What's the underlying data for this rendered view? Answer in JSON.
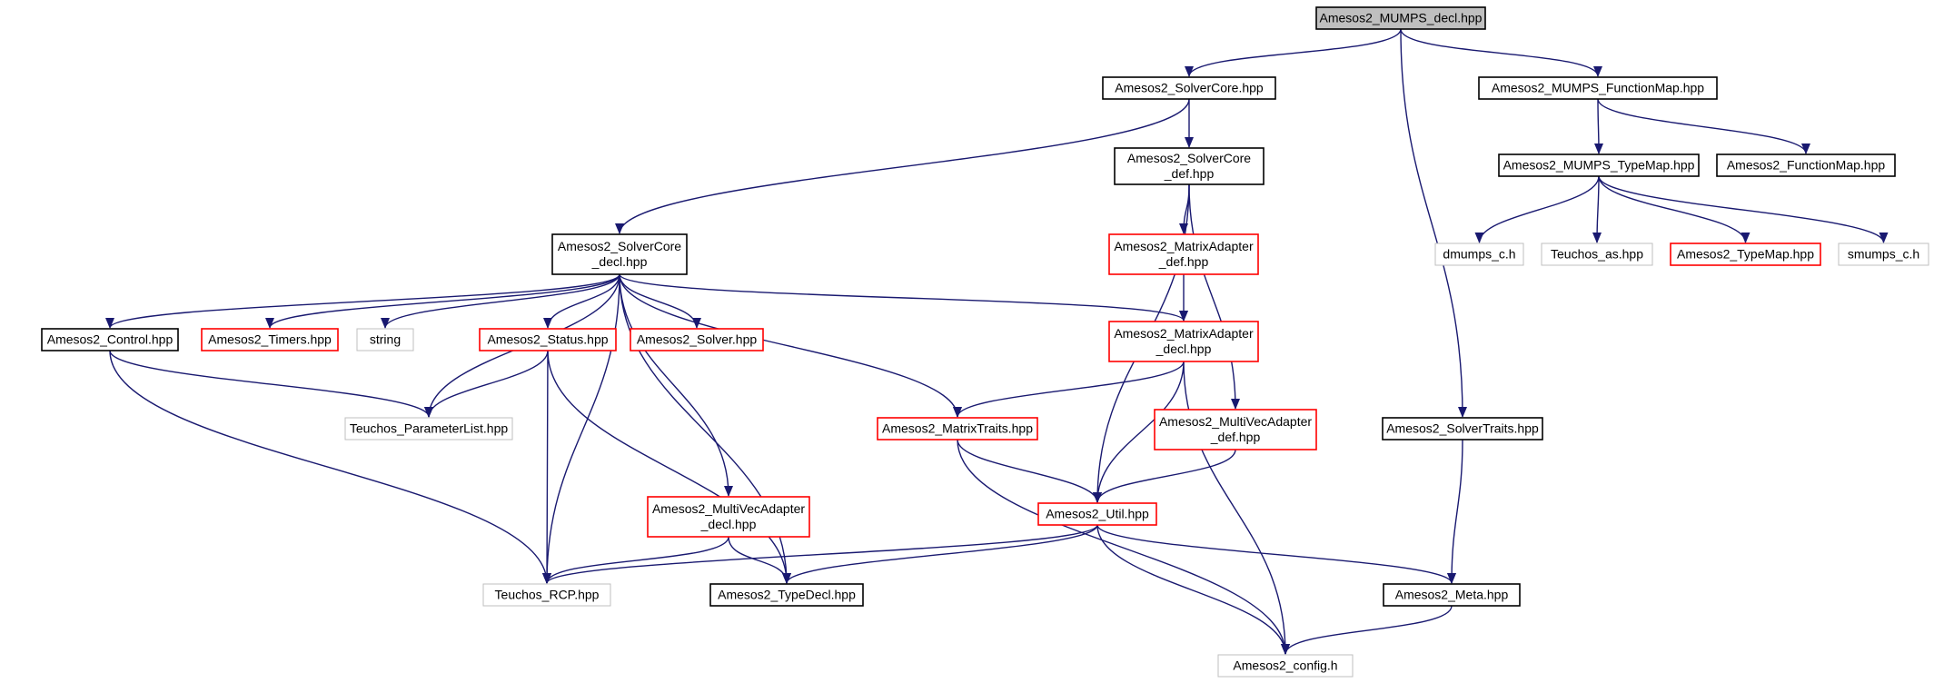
{
  "colors": {
    "edge": "#191970",
    "border_black": "#000000",
    "border_red": "#ff0000",
    "border_gray": "#bfbfbf",
    "fill_root": "#bfbfbf",
    "fill_default": "#ffffff"
  },
  "nodes": [
    {
      "id": "mumps_decl",
      "lines": [
        "Amesos2_MUMPS_decl.hpp"
      ],
      "style": "root"
    },
    {
      "id": "solvercore",
      "lines": [
        "Amesos2_SolverCore.hpp"
      ],
      "style": "black"
    },
    {
      "id": "mumps_funcmap",
      "lines": [
        "Amesos2_MUMPS_FunctionMap.hpp"
      ],
      "style": "black"
    },
    {
      "id": "solvercore_def",
      "lines": [
        "Amesos2_SolverCore",
        "_def.hpp"
      ],
      "style": "black"
    },
    {
      "id": "mumps_typemap",
      "lines": [
        "Amesos2_MUMPS_TypeMap.hpp"
      ],
      "style": "black"
    },
    {
      "id": "funcmap",
      "lines": [
        "Amesos2_FunctionMap.hpp"
      ],
      "style": "black"
    },
    {
      "id": "solvercore_decl",
      "lines": [
        "Amesos2_SolverCore",
        "_decl.hpp"
      ],
      "style": "black"
    },
    {
      "id": "matrixadapter_def",
      "lines": [
        "Amesos2_MatrixAdapter",
        "_def.hpp"
      ],
      "style": "red"
    },
    {
      "id": "dmumps",
      "lines": [
        "dmumps_c.h"
      ],
      "style": "gray"
    },
    {
      "id": "teuchos_as",
      "lines": [
        "Teuchos_as.hpp"
      ],
      "style": "gray"
    },
    {
      "id": "typemap",
      "lines": [
        "Amesos2_TypeMap.hpp"
      ],
      "style": "red"
    },
    {
      "id": "smumps",
      "lines": [
        "smumps_c.h"
      ],
      "style": "gray"
    },
    {
      "id": "control",
      "lines": [
        "Amesos2_Control.hpp"
      ],
      "style": "black"
    },
    {
      "id": "timers",
      "lines": [
        "Amesos2_Timers.hpp"
      ],
      "style": "red"
    },
    {
      "id": "string",
      "lines": [
        "string"
      ],
      "style": "gray"
    },
    {
      "id": "status",
      "lines": [
        "Amesos2_Status.hpp"
      ],
      "style": "red"
    },
    {
      "id": "solver",
      "lines": [
        "Amesos2_Solver.hpp"
      ],
      "style": "red"
    },
    {
      "id": "matrixadapter_decl",
      "lines": [
        "Amesos2_MatrixAdapter",
        "_decl.hpp"
      ],
      "style": "red"
    },
    {
      "id": "paramlist",
      "lines": [
        "Teuchos_ParameterList.hpp"
      ],
      "style": "gray"
    },
    {
      "id": "matrixtraits",
      "lines": [
        "Amesos2_MatrixTraits.hpp"
      ],
      "style": "red"
    },
    {
      "id": "multivec_def",
      "lines": [
        "Amesos2_MultiVecAdapter",
        "_def.hpp"
      ],
      "style": "red"
    },
    {
      "id": "solvertraits",
      "lines": [
        "Amesos2_SolverTraits.hpp"
      ],
      "style": "black"
    },
    {
      "id": "multivec_decl",
      "lines": [
        "Amesos2_MultiVecAdapter",
        "_decl.hpp"
      ],
      "style": "red"
    },
    {
      "id": "util",
      "lines": [
        "Amesos2_Util.hpp"
      ],
      "style": "red"
    },
    {
      "id": "teuchos_rcp",
      "lines": [
        "Teuchos_RCP.hpp"
      ],
      "style": "gray"
    },
    {
      "id": "typedecl",
      "lines": [
        "Amesos2_TypeDecl.hpp"
      ],
      "style": "black"
    },
    {
      "id": "meta",
      "lines": [
        "Amesos2_Meta.hpp"
      ],
      "style": "black"
    },
    {
      "id": "config",
      "lines": [
        "Amesos2_config.h"
      ],
      "style": "gray"
    }
  ],
  "edges": [
    [
      "mumps_decl",
      "solvercore"
    ],
    [
      "mumps_decl",
      "mumps_funcmap"
    ],
    [
      "mumps_decl",
      "solvertraits"
    ],
    [
      "solvercore",
      "solvercore_def"
    ],
    [
      "solvercore",
      "solvercore_decl"
    ],
    [
      "mumps_funcmap",
      "mumps_typemap"
    ],
    [
      "mumps_funcmap",
      "funcmap"
    ],
    [
      "mumps_typemap",
      "dmumps"
    ],
    [
      "mumps_typemap",
      "teuchos_as"
    ],
    [
      "mumps_typemap",
      "typemap"
    ],
    [
      "mumps_typemap",
      "smumps"
    ],
    [
      "solvercore_def",
      "matrixadapter_def"
    ],
    [
      "solvercore_def",
      "util"
    ],
    [
      "solvercore_def",
      "multivec_def"
    ],
    [
      "matrixadapter_def",
      "matrixadapter_decl"
    ],
    [
      "solvercore_decl",
      "control"
    ],
    [
      "solvercore_decl",
      "timers"
    ],
    [
      "solvercore_decl",
      "string"
    ],
    [
      "solvercore_decl",
      "status"
    ],
    [
      "solvercore_decl",
      "solver"
    ],
    [
      "solvercore_decl",
      "paramlist"
    ],
    [
      "solvercore_decl",
      "teuchos_rcp"
    ],
    [
      "solvercore_decl",
      "multivec_decl"
    ],
    [
      "solvercore_decl",
      "typedecl"
    ],
    [
      "solvercore_decl",
      "matrixtraits"
    ],
    [
      "solvercore_decl",
      "matrixadapter_decl"
    ],
    [
      "control",
      "paramlist"
    ],
    [
      "control",
      "teuchos_rcp"
    ],
    [
      "status",
      "paramlist"
    ],
    [
      "status",
      "teuchos_rcp"
    ],
    [
      "status",
      "typedecl"
    ],
    [
      "matrixadapter_decl",
      "matrixtraits"
    ],
    [
      "matrixadapter_decl",
      "util"
    ],
    [
      "matrixadapter_decl",
      "config"
    ],
    [
      "matrixtraits",
      "util"
    ],
    [
      "matrixtraits",
      "config"
    ],
    [
      "multivec_def",
      "util"
    ],
    [
      "multivec_decl",
      "teuchos_rcp"
    ],
    [
      "multivec_decl",
      "typedecl"
    ],
    [
      "util",
      "teuchos_rcp"
    ],
    [
      "util",
      "typedecl"
    ],
    [
      "util",
      "meta"
    ],
    [
      "util",
      "config"
    ],
    [
      "solvertraits",
      "meta"
    ],
    [
      "meta",
      "config"
    ]
  ]
}
